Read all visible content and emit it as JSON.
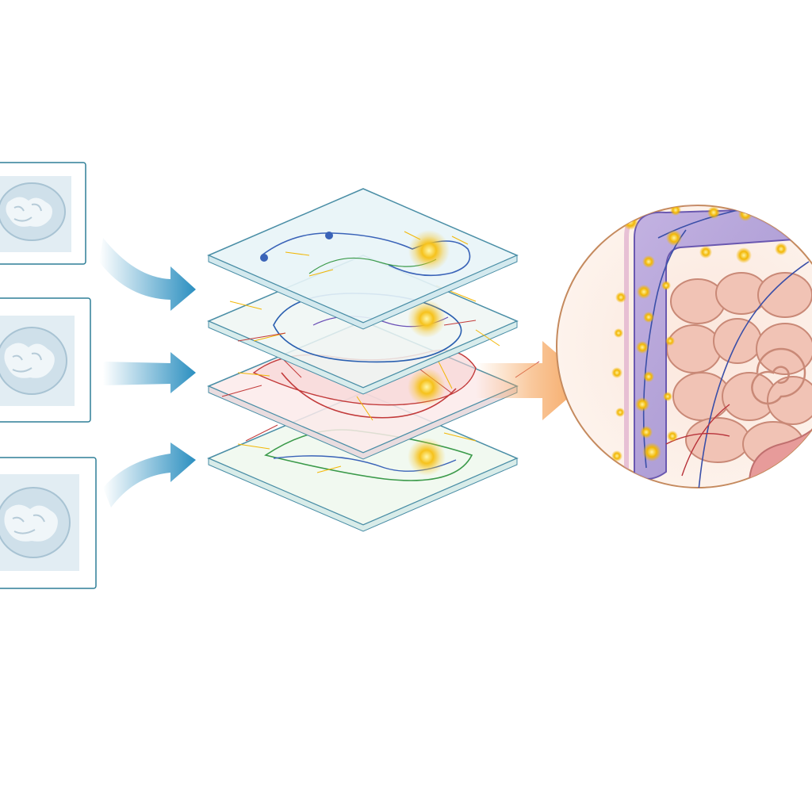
{
  "diagram": {
    "inputs": [
      {
        "kind": "ct-slice"
      },
      {
        "kind": "ct-slice"
      },
      {
        "kind": "ct-slice"
      }
    ],
    "layers": [
      {
        "tint": "#e8f4f7",
        "vessel": "#3a63b8"
      },
      {
        "tint": "#eef6f3",
        "vessel": "#2a5fb0"
      },
      {
        "tint": "#fbeaea",
        "vessel": "#c23a3a"
      },
      {
        "tint": "#eef7ec",
        "vessel": "#3b9a4a"
      }
    ],
    "output": {
      "kind": "colon-anatomy"
    },
    "colors": {
      "panel_border": "#2f7f97",
      "input_arrow": "#2b8fc0",
      "output_arrow": "#f5a35a",
      "hotspot": "#f2b705",
      "circle_border": "#c58a5e",
      "colon_wall": "#8a79c4"
    }
  }
}
